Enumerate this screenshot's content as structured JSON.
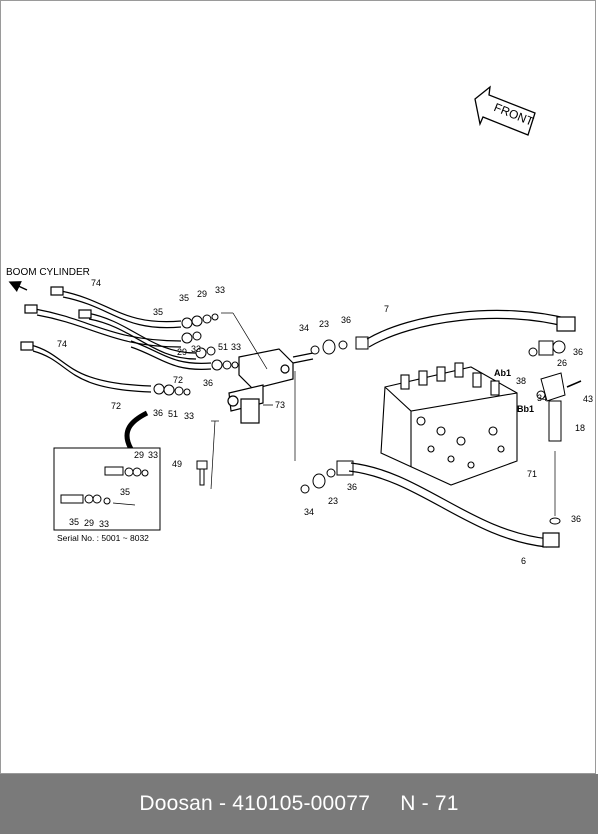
{
  "diagram": {
    "boom_label": "BOOM CYLINDER",
    "front_label": "FRONT",
    "inset_serial": "Serial No. : 5001 ~ 8032",
    "callouts": {
      "c74a": "74",
      "c74b": "74",
      "c35a": "35",
      "c29a": "29",
      "c33a": "33",
      "c35b": "35",
      "c33b": "33",
      "c29b": "29",
      "c51a": "51",
      "c33c": "33",
      "c36a": "36",
      "c72a": "72",
      "c72b": "72",
      "c36b": "36",
      "c51b": "51",
      "c33d": "33",
      "c73": "73",
      "c49": "49",
      "c34a": "34",
      "c23a": "23",
      "c36c": "36",
      "c7": "7",
      "c36d": "36",
      "c26": "26",
      "c38": "38",
      "c34b": "34",
      "c43": "43",
      "c18": "18",
      "cAb1": "Ab1",
      "cBb1": "Bb1",
      "c71": "71",
      "c36e": "36",
      "c23b": "23",
      "c34c": "34",
      "c36f": "36",
      "c6": "6",
      "i29": "29",
      "i33": "33",
      "i35": "35",
      "i35b": "35",
      "i29b": "29",
      "i33b": "33"
    }
  },
  "footer": {
    "text": "Doosan - 410105-00077     N - 71"
  }
}
